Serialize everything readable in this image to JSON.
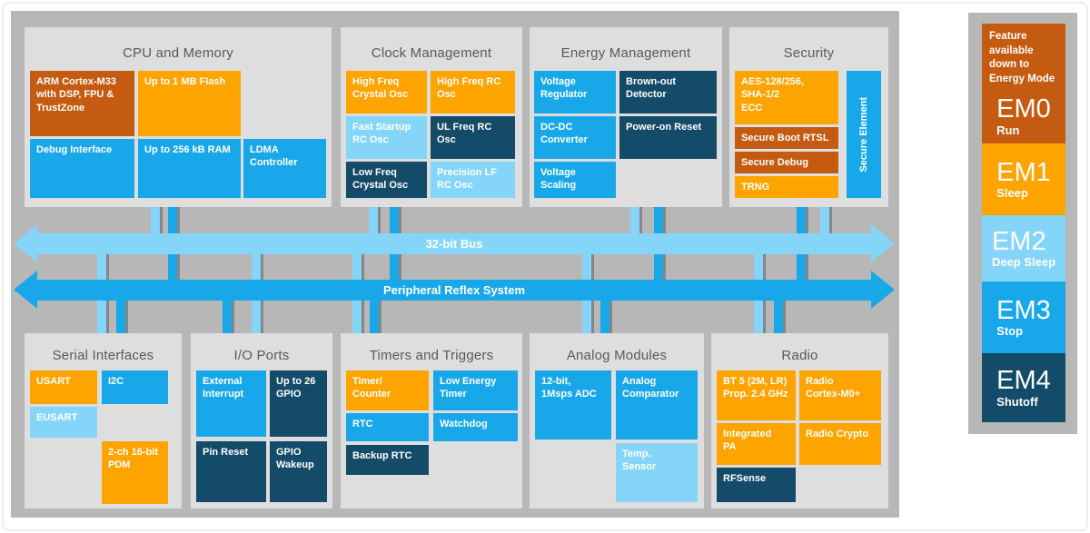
{
  "colors": {
    "dark_orange": "#c55a11",
    "orange": "#fda400",
    "blue": "#18a8ea",
    "light_blue": "#84d5f8",
    "navy": "#134b68",
    "board_gray": "#b7b7b7",
    "panel_gray": "#dedede",
    "title_gray": "#595959"
  },
  "buses": [
    {
      "id": "bus-32bit",
      "label": "32-bit Bus",
      "color": "light_blue"
    },
    {
      "id": "bus-prs",
      "label": "Peripheral Reflex System",
      "color": "blue"
    }
  ],
  "sections": [
    {
      "id": "cpu",
      "title": "CPU and Memory",
      "blocks": [
        {
          "id": "arm",
          "label": "ARM Cortex-M33 with DSP, FPU & TrustZone",
          "color": "dark_orange"
        },
        {
          "id": "flash",
          "label": "Up to 1 MB Flash",
          "color": "orange"
        },
        {
          "id": "debug",
          "label": "Debug Interface",
          "color": "blue"
        },
        {
          "id": "ram",
          "label": "Up to 256 kB RAM",
          "color": "blue"
        },
        {
          "id": "ldma",
          "label": "LDMA Controller",
          "color": "blue"
        }
      ]
    },
    {
      "id": "clock",
      "title": "Clock Management",
      "blocks": [
        {
          "id": "hfxo",
          "label": "High Freq Crystal Osc",
          "color": "orange"
        },
        {
          "id": "hfrco",
          "label": "High Freq RC Osc",
          "color": "orange"
        },
        {
          "id": "fsrco",
          "label": "Fast Startup RC Osc",
          "color": "light_blue"
        },
        {
          "id": "ulfrco",
          "label": "UL Freq RC Osc",
          "color": "navy"
        },
        {
          "id": "lfxo",
          "label": "Low Freq Crystal Osc",
          "color": "navy"
        },
        {
          "id": "plfrco",
          "label": "Precision LF RC Osc",
          "color": "light_blue"
        }
      ]
    },
    {
      "id": "energy",
      "title": "Energy Management",
      "blocks": [
        {
          "id": "vreg",
          "label": "Voltage Regulator",
          "color": "blue"
        },
        {
          "id": "bod",
          "label": "Brown-out Detector",
          "color": "navy"
        },
        {
          "id": "dcdc",
          "label": "DC-DC Converter",
          "color": "blue"
        },
        {
          "id": "por",
          "label": "Power-on Reset",
          "color": "navy"
        },
        {
          "id": "vscale",
          "label": "Voltage Scaling",
          "color": "blue"
        }
      ]
    },
    {
      "id": "security",
      "title": "Security",
      "blocks": [
        {
          "id": "aes",
          "label": "AES-128/256,\nSHA-1/2\nECC",
          "color": "orange"
        },
        {
          "id": "boot",
          "label": "Secure Boot RTSL",
          "color": "dark_orange"
        },
        {
          "id": "sdebug",
          "label": "Secure Debug",
          "color": "dark_orange"
        },
        {
          "id": "trng",
          "label": "TRNG",
          "color": "orange"
        },
        {
          "id": "selement",
          "label": "Secure Element",
          "color": "blue"
        }
      ]
    },
    {
      "id": "serial",
      "title": "Serial Interfaces",
      "blocks": [
        {
          "id": "usart",
          "label": "USART",
          "color": "orange"
        },
        {
          "id": "i2c",
          "label": "I2C",
          "color": "blue"
        },
        {
          "id": "eusart",
          "label": "EUSART",
          "color": "light_blue"
        },
        {
          "id": "pdm",
          "label": "2-ch 16-bit PDM",
          "color": "orange"
        }
      ]
    },
    {
      "id": "io",
      "title": "I/O Ports",
      "blocks": [
        {
          "id": "extint",
          "label": "External Interrupt",
          "color": "blue"
        },
        {
          "id": "gpio",
          "label": "Up to 26 GPIO",
          "color": "navy"
        },
        {
          "id": "pinreset",
          "label": "Pin Reset",
          "color": "navy"
        },
        {
          "id": "gpiowake",
          "label": "GPIO Wakeup",
          "color": "navy"
        }
      ]
    },
    {
      "id": "timers",
      "title": "Timers and Triggers",
      "blocks": [
        {
          "id": "timer",
          "label": "Timer/\nCounter",
          "color": "orange"
        },
        {
          "id": "letimer",
          "label": "Low Energy Timer",
          "color": "blue"
        },
        {
          "id": "rtc",
          "label": "RTC",
          "color": "blue"
        },
        {
          "id": "watchdog",
          "label": "Watchdog",
          "color": "blue"
        },
        {
          "id": "burtc",
          "label": "Backup RTC",
          "color": "navy"
        }
      ]
    },
    {
      "id": "analog",
      "title": "Analog Modules",
      "blocks": [
        {
          "id": "adc",
          "label": "12-bit,\n1Msps ADC",
          "color": "blue"
        },
        {
          "id": "acmp",
          "label": "Analog Comparator",
          "color": "blue"
        },
        {
          "id": "temp",
          "label": "Temp.\nSensor",
          "color": "light_blue"
        }
      ]
    },
    {
      "id": "radio",
      "title": "Radio",
      "blocks": [
        {
          "id": "bt5",
          "label": "BT 5 (2M, LR)\nProp. 2.4 GHz",
          "color": "orange"
        },
        {
          "id": "rcortex",
          "label": "Radio\nCortex-M0+",
          "color": "orange"
        },
        {
          "id": "ipa",
          "label": "Integrated\nPA",
          "color": "orange"
        },
        {
          "id": "rcrypto",
          "label": "Radio Crypto",
          "color": "orange"
        },
        {
          "id": "rfsense",
          "label": "RFSense",
          "color": "navy"
        }
      ]
    }
  ],
  "energy_panel": {
    "header": "Feature available down to Energy Mode",
    "modes": [
      {
        "id": "em0",
        "name": "EM0",
        "sub": "Run",
        "color": "dark_orange"
      },
      {
        "id": "em1",
        "name": "EM1",
        "sub": "Sleep",
        "color": "orange"
      },
      {
        "id": "em2",
        "name": "EM2",
        "sub": "Deep Sleep",
        "color": "light_blue"
      },
      {
        "id": "em3",
        "name": "EM3",
        "sub": "Stop",
        "color": "blue"
      },
      {
        "id": "em4",
        "name": "EM4",
        "sub": "Shutoff",
        "color": "navy"
      }
    ]
  }
}
